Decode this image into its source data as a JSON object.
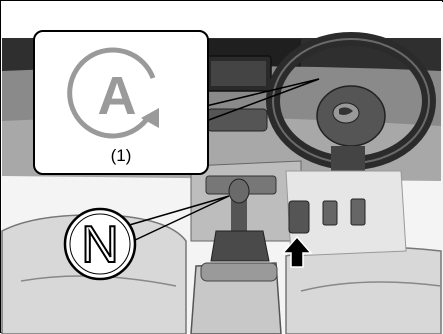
{
  "callout": {
    "symbol_letter": "A",
    "label": "(1)",
    "symbol_name": "auto-start-stop-indicator-icon"
  },
  "badge": {
    "letter": "N",
    "icon": "neutral-position-icon"
  },
  "arrow": {
    "icon": "up-arrow-icon",
    "color": "#000000"
  },
  "colors": {
    "interior_dark": "#3a3a3a",
    "interior_mid": "#8c8c8c",
    "interior_light": "#d6d6d6",
    "symbol_gray": "#9a9a9a"
  }
}
